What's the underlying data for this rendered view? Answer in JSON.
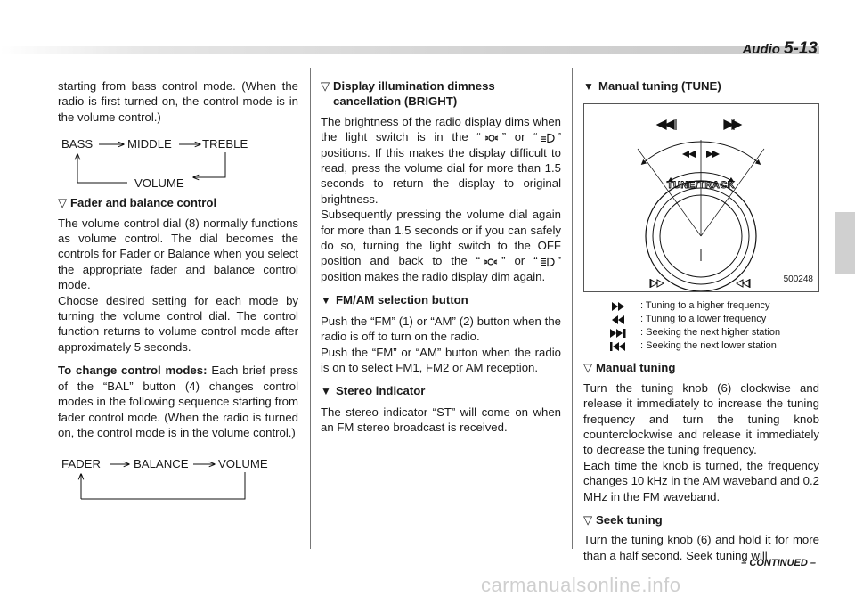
{
  "header": {
    "section": "Audio",
    "page": "5-13"
  },
  "col1": {
    "intro": "starting from bass control mode. (When the radio is first turned on, the control mode is in the volume control.)",
    "flow1": {
      "a": "BASS",
      "b": "MIDDLE",
      "c": "TREBLE",
      "d": "VOLUME"
    },
    "fader_heading": "Fader and balance control",
    "fader_p1": "The volume control dial (8) normally functions as volume control. The dial becomes the controls for Fader or Balance when you select the appropriate fader and balance control mode.",
    "fader_p2": "Choose desired setting for each mode by turning the volume control dial. The control function returns to volume control mode after approximately 5 seconds.",
    "change_lead": "To change control modes:",
    "change_body": " Each brief press of the “BAL” button (4) changes control modes in the following sequence starting from fader control mode. (When the radio is turned on, the control mode is in the volume control.)",
    "flow2": {
      "a": "FADER",
      "b": "BALANCE",
      "c": "VOLUME"
    }
  },
  "col2": {
    "dim_heading": "Display illumination dimness cancellation (BRIGHT)",
    "dim_p1_a": "The brightness of the radio display dims when the light switch is in the “",
    "dim_p1_b": "” or “",
    "dim_p1_c": "” positions. If this makes the display difficult to read, press the volume dial for more than 1.5 seconds to return the display to original brightness.",
    "dim_p2_a": "Subsequently pressing the volume dial again for more than 1.5 seconds or if you can safely do so, turning the light switch to the OFF position and back to the “",
    "dim_p2_b": "” or “",
    "dim_p2_c": "” position makes the radio display dim again.",
    "fm_heading": "FM/AM selection button",
    "fm_p1": "Push the “FM” (1) or “AM” (2) button when the radio is off to turn on the radio.",
    "fm_p2": "Push the “FM” or “AM” button when the radio is on to select FM1, FM2 or AM reception.",
    "stereo_heading": "Stereo indicator",
    "stereo_p": "The stereo indicator “ST” will come on when an FM stereo broadcast is received."
  },
  "col3": {
    "manual_heading_main": "Manual tuning (TUNE)",
    "figure": {
      "label": "TUNE/TRACK",
      "code": "500248"
    },
    "legend": [
      {
        "icon": "fast-forward-icon",
        "text": ": Tuning to a higher frequency"
      },
      {
        "icon": "rewind-icon",
        "text": ": Tuning to a lower frequency"
      },
      {
        "icon": "skip-forward-icon",
        "text": ": Seeking the next higher station"
      },
      {
        "icon": "skip-back-icon",
        "text": ": Seeking the next lower station"
      }
    ],
    "manual_heading_sub": "Manual tuning",
    "manual_p1": "Turn the tuning knob (6) clockwise and release it immediately to increase the tuning frequency and turn the tuning knob counterclockwise and release it immediately to decrease the tuning frequency.",
    "manual_p2": "Each time the knob is turned, the frequency changes 10 kHz in the AM waveband and 0.2 MHz in the FM waveband.",
    "seek_heading": "Seek tuning",
    "seek_p": "Turn the tuning knob (6) and hold it for more than a half second. Seek tuning will"
  },
  "footer": {
    "continued": "– CONTINUED –",
    "watermark": "carmanualsonline.info"
  }
}
